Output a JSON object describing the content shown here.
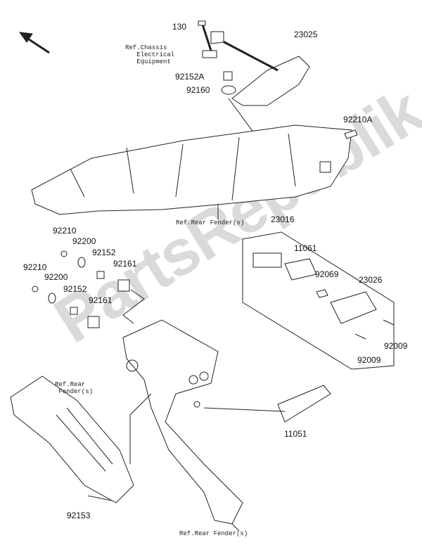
{
  "watermark": "PartsRepublik",
  "labels": {
    "p130": "130",
    "p23025": "23025",
    "ref_chassis": "Ref.Chassis\n   Electrical\n   Equipment",
    "p92152A": "92152A",
    "p92160": "92160",
    "p92210A": "92210A",
    "ref_rear_fender_top": "Ref.Rear Fender(s)",
    "p23016": "23016",
    "p11061": "11061",
    "p92210_a": "92210",
    "p92200_a": "92200",
    "p92152_a": "92152",
    "p92161_a": "92161",
    "p92210_b": "92210",
    "p92200_b": "92200",
    "p92152_b": "92152",
    "p92161_b": "92161",
    "p92069": "92069",
    "p23026": "23026",
    "p92009_a": "92009",
    "p92009_b": "92009",
    "ref_rear_fender_left": "Ref.Rear\n Fender(s)",
    "p11051": "11051",
    "p92153": "92153",
    "ref_rear_fender_bottom": "Ref.Rear Fender(s)"
  }
}
